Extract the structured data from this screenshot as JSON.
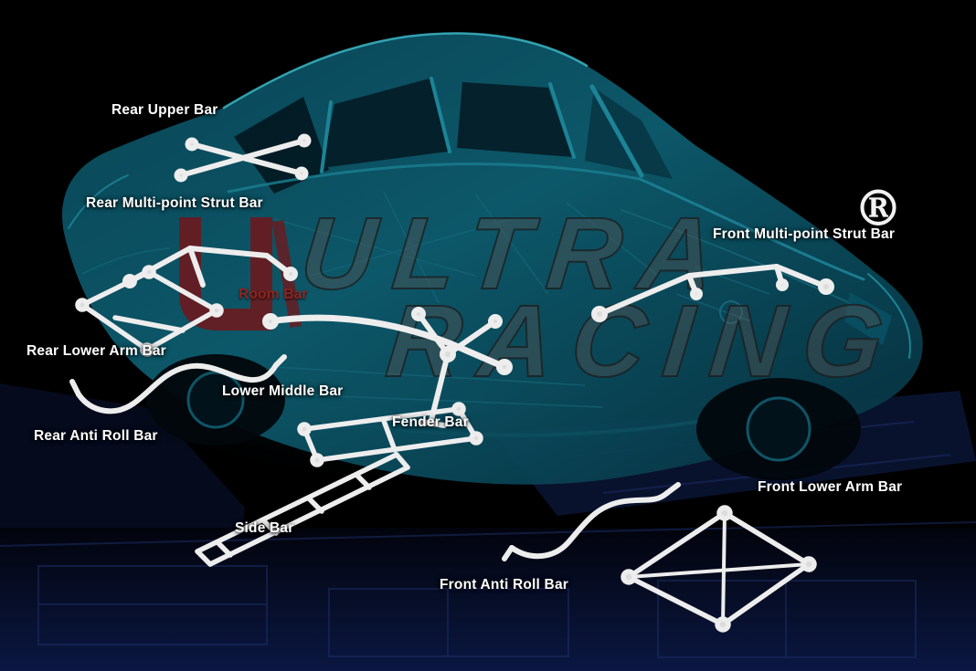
{
  "diagram": {
    "registered_mark": "®",
    "watermark": {
      "line1": "ULTRA",
      "line2": "RACING"
    },
    "colors": {
      "background": "#000000",
      "car_body_teal": "#0d5f72",
      "bar_white": "#ededed",
      "label_white": "#ffffff",
      "room_bar_label_red": "#8e2522",
      "platform_navy": "#0b1742",
      "watermark_gray": "#525252",
      "logo_red": "#7a1113"
    },
    "labels": {
      "rear_upper_bar": "Rear Upper Bar",
      "rear_multi_point_strut_bar": "Rear Multi-point Strut Bar",
      "front_multi_point_strut_bar": "Front Multi-point Strut Bar",
      "room_bar": "Room Bar",
      "rear_lower_arm_bar": "Rear Lower Arm Bar",
      "lower_middle_bar": "Lower Middle Bar",
      "fender_bar": "Fender Bar",
      "rear_anti_roll_bar": "Rear Anti Roll Bar",
      "side_bar": "Side Bar",
      "front_anti_roll_bar": "Front Anti Roll Bar",
      "front_lower_arm_bar": "Front Lower Arm Bar"
    }
  }
}
